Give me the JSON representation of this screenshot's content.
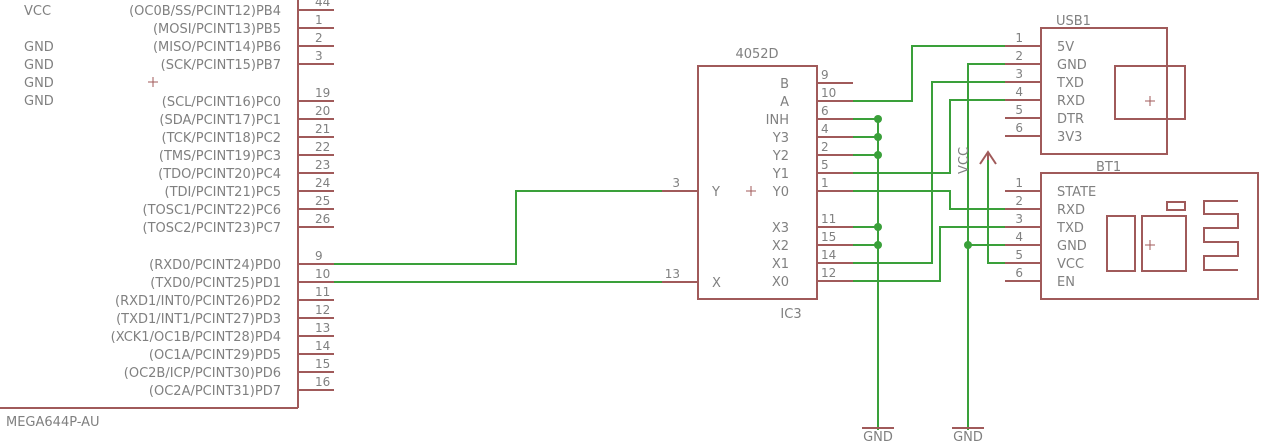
{
  "mcu": {
    "name": "MEGA644P-AU",
    "power_pins": [
      "VCC",
      "GND",
      "GND",
      "GND",
      "GND"
    ],
    "pins_b": [
      {
        "name": "(OC0B/SS/PCINT12)PB4",
        "num": "44"
      },
      {
        "name": "(MOSI/PCINT13)PB5",
        "num": "1"
      },
      {
        "name": "(MISO/PCINT14)PB6",
        "num": "2"
      },
      {
        "name": "(SCK/PCINT15)PB7",
        "num": "3"
      }
    ],
    "pins_c": [
      {
        "name": "(SCL/PCINT16)PC0",
        "num": "19"
      },
      {
        "name": "(SDA/PCINT17)PC1",
        "num": "20"
      },
      {
        "name": "(TCK/PCINT18)PC2",
        "num": "21"
      },
      {
        "name": "(TMS/PCINT19)PC3",
        "num": "22"
      },
      {
        "name": "(TDO/PCINT20)PC4",
        "num": "23"
      },
      {
        "name": "(TDI/PCINT21)PC5",
        "num": "24"
      },
      {
        "name": "(TOSC1/PCINT22)PC6",
        "num": "25"
      },
      {
        "name": "(TOSC2/PCINT23)PC7",
        "num": "26"
      }
    ],
    "pins_d": [
      {
        "name": "(RXD0/PCINT24)PD0",
        "num": "9"
      },
      {
        "name": "(TXD0/PCINT25)PD1",
        "num": "10"
      },
      {
        "name": "(RXD1/INT0/PCINT26)PD2",
        "num": "11"
      },
      {
        "name": "(TXD1/INT1/PCINT27)PD3",
        "num": "12"
      },
      {
        "name": "(XCK1/OC1B/PCINT28)PD4",
        "num": "13"
      },
      {
        "name": "(OC1A/PCINT29)PD5",
        "num": "14"
      },
      {
        "name": "(OC2B/ICP/PCINT30)PD6",
        "num": "15"
      },
      {
        "name": "(OC2A/PCINT31)PD7",
        "num": "16"
      }
    ]
  },
  "mux": {
    "value": "4052D",
    "name": "IC3",
    "left_pins": [
      {
        "name": "Y",
        "num": "3"
      },
      {
        "name": "X",
        "num": "13"
      }
    ],
    "right_pins": [
      {
        "name": "B",
        "num": "9"
      },
      {
        "name": "A",
        "num": "10"
      },
      {
        "name": "INH",
        "num": "6"
      },
      {
        "name": "Y3",
        "num": "4"
      },
      {
        "name": "Y2",
        "num": "2"
      },
      {
        "name": "Y1",
        "num": "5"
      },
      {
        "name": "Y0",
        "num": "1"
      },
      {
        "name": "X3",
        "num": "11"
      },
      {
        "name": "X2",
        "num": "15"
      },
      {
        "name": "X1",
        "num": "14"
      },
      {
        "name": "X0",
        "num": "12"
      }
    ]
  },
  "usb": {
    "name": "USB1",
    "pins": [
      {
        "name": "5V",
        "num": "1"
      },
      {
        "name": "GND",
        "num": "2"
      },
      {
        "name": "TXD",
        "num": "3"
      },
      {
        "name": "RXD",
        "num": "4"
      },
      {
        "name": "DTR",
        "num": "5"
      },
      {
        "name": "3V3",
        "num": "6"
      }
    ]
  },
  "bt": {
    "name": "BT1",
    "pins": [
      {
        "name": "STATE",
        "num": "1"
      },
      {
        "name": "RXD",
        "num": "2"
      },
      {
        "name": "TXD",
        "num": "3"
      },
      {
        "name": "GND",
        "num": "4"
      },
      {
        "name": "VCC",
        "num": "5"
      },
      {
        "name": "EN",
        "num": "6"
      }
    ]
  },
  "supply": {
    "vcc_label": "VCC",
    "gnd1_label": "GND",
    "gnd2_label": "GND"
  },
  "colors": {
    "symbol": "#a05a5a",
    "wire": "#3aa03a",
    "text": "#808080"
  }
}
